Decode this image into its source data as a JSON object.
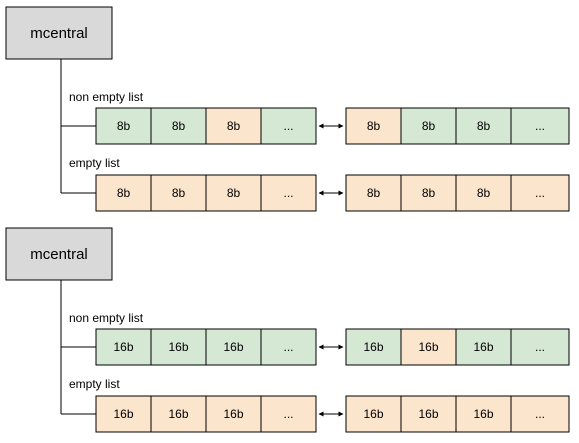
{
  "colors": {
    "green": "#d5e8d4",
    "orange": "#fce5cd",
    "header": "#d9d9d9"
  },
  "groups": [
    {
      "title": "mcentral",
      "lists": [
        {
          "label": "non empty list",
          "segments": [
            [
              {
                "text": "8b",
                "color": "green"
              },
              {
                "text": "8b",
                "color": "green"
              },
              {
                "text": "8b",
                "color": "orange"
              },
              {
                "text": "...",
                "color": "green"
              }
            ],
            [
              {
                "text": "8b",
                "color": "orange"
              },
              {
                "text": "8b",
                "color": "green"
              },
              {
                "text": "8b",
                "color": "green"
              },
              {
                "text": "...",
                "color": "green"
              }
            ]
          ]
        },
        {
          "label": "empty list",
          "segments": [
            [
              {
                "text": "8b",
                "color": "orange"
              },
              {
                "text": "8b",
                "color": "orange"
              },
              {
                "text": "8b",
                "color": "orange"
              },
              {
                "text": "...",
                "color": "orange"
              }
            ],
            [
              {
                "text": "8b",
                "color": "orange"
              },
              {
                "text": "8b",
                "color": "orange"
              },
              {
                "text": "8b",
                "color": "orange"
              },
              {
                "text": "...",
                "color": "orange"
              }
            ]
          ]
        }
      ]
    },
    {
      "title": "mcentral",
      "lists": [
        {
          "label": "non empty list",
          "segments": [
            [
              {
                "text": "16b",
                "color": "green"
              },
              {
                "text": "16b",
                "color": "green"
              },
              {
                "text": "16b",
                "color": "green"
              },
              {
                "text": "...",
                "color": "green"
              }
            ],
            [
              {
                "text": "16b",
                "color": "green"
              },
              {
                "text": "16b",
                "color": "orange"
              },
              {
                "text": "16b",
                "color": "green"
              },
              {
                "text": "...",
                "color": "green"
              }
            ]
          ]
        },
        {
          "label": "empty list",
          "segments": [
            [
              {
                "text": "16b",
                "color": "orange"
              },
              {
                "text": "16b",
                "color": "orange"
              },
              {
                "text": "16b",
                "color": "orange"
              },
              {
                "text": "...",
                "color": "orange"
              }
            ],
            [
              {
                "text": "16b",
                "color": "orange"
              },
              {
                "text": "16b",
                "color": "orange"
              },
              {
                "text": "16b",
                "color": "orange"
              },
              {
                "text": "...",
                "color": "orange"
              }
            ]
          ]
        }
      ]
    }
  ]
}
